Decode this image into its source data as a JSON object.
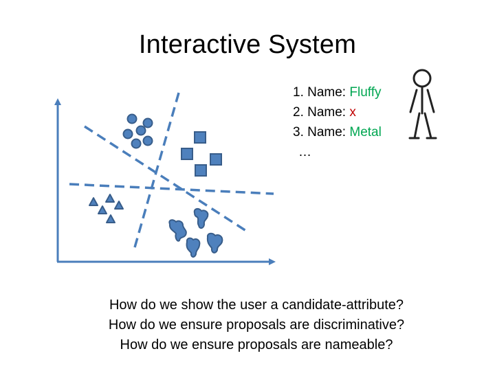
{
  "title": "Interactive System",
  "names": [
    {
      "prefix": "1. Name: ",
      "value": "Fluffy",
      "color": "#00a651"
    },
    {
      "prefix": "2. Name: ",
      "value": "x",
      "color": "#c00000"
    },
    {
      "prefix": "3. Name: ",
      "value": "Metal",
      "color": "#00a651"
    }
  ],
  "ellipsis": "…",
  "questions": [
    "How do we show the user a candidate-attribute?",
    "How do we ensure proposals are discriminative?",
    "How do we ensure proposals are nameable?"
  ],
  "colors": {
    "axis": "#4a7ebb",
    "shape_fill": "#4f81bd",
    "shape_stroke": "#385d8a"
  },
  "icons": [
    "stick-figure-user-icon"
  ]
}
